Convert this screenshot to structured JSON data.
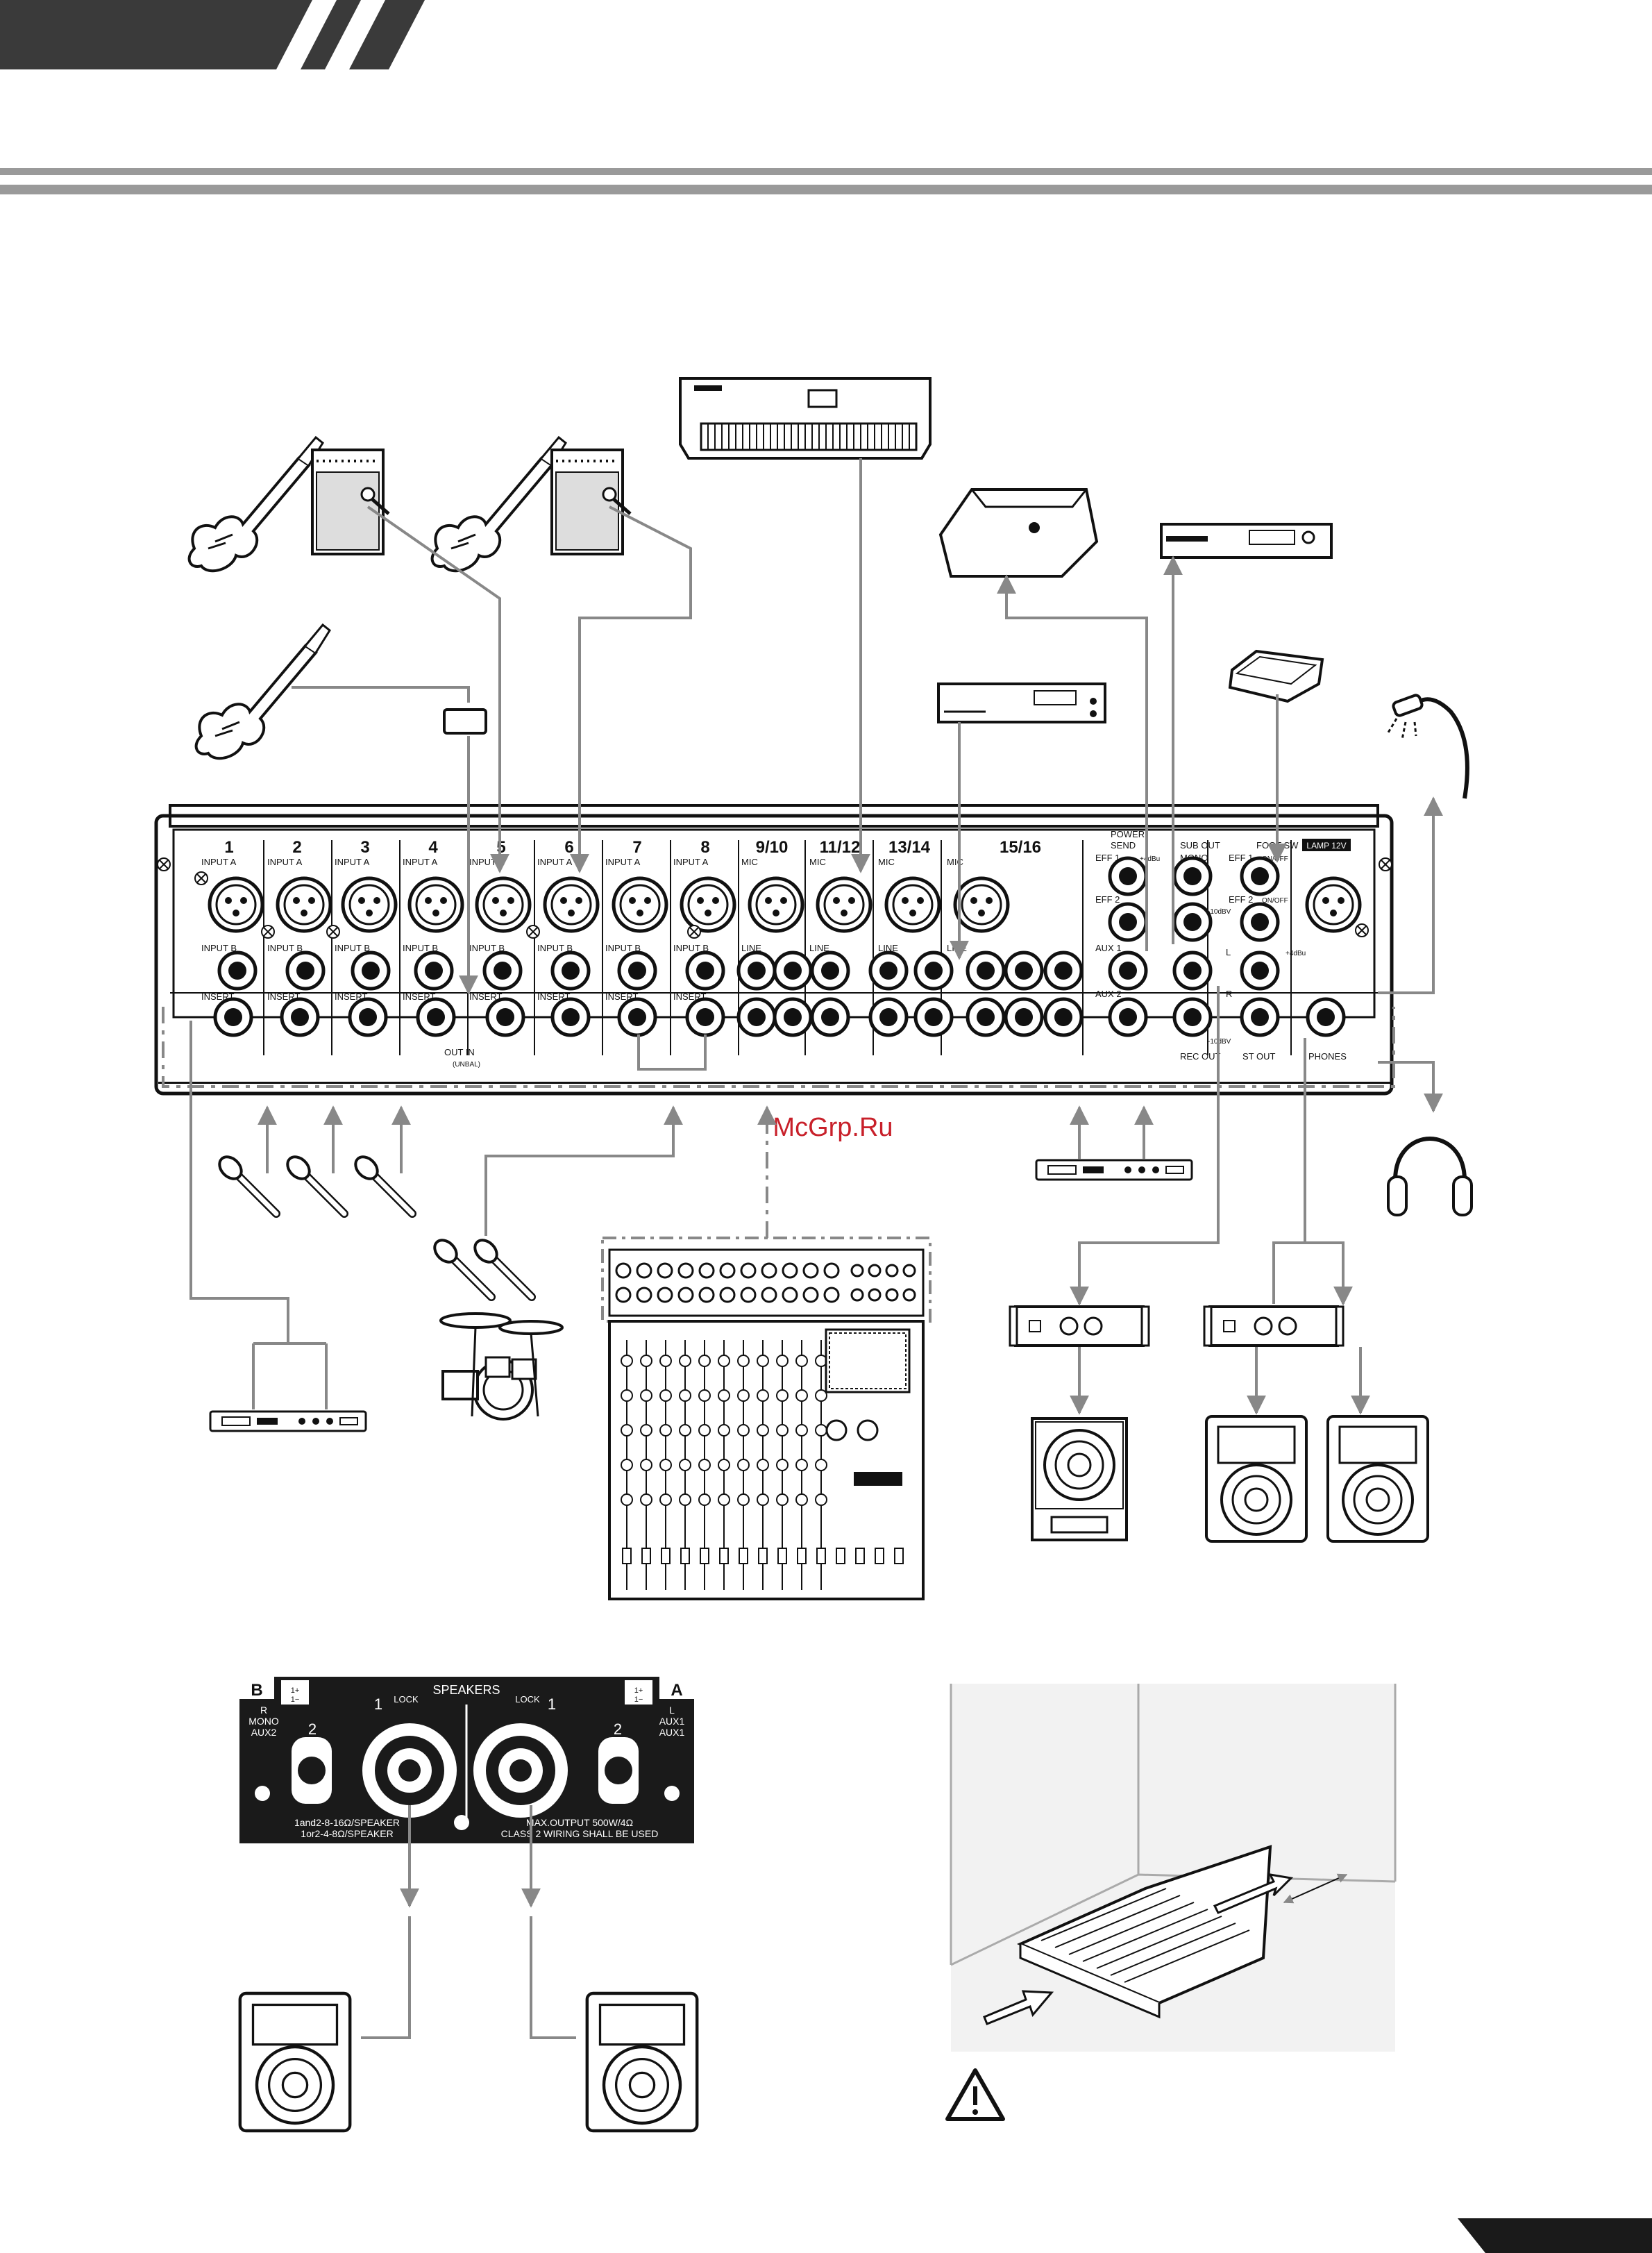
{
  "watermark": "McGrp.Ru",
  "rear_panel": {
    "channels": [
      "1",
      "2",
      "3",
      "4",
      "5",
      "6",
      "7",
      "8",
      "9/10",
      "11/12",
      "13/14",
      "15/16"
    ],
    "labels": {
      "input_a": "INPUT A",
      "input_b": "INPUT B",
      "insert": "INSERT",
      "mic": "MIC",
      "line": "LINE",
      "out_in": "OUT IN",
      "unbal": "(UNBAL)",
      "power": "POWER",
      "send": "SEND",
      "eff1": "EFF 1",
      "eff2": "EFF 2",
      "aux1": "AUX 1",
      "aux2": "AUX 2",
      "sub_out": "SUB OUT",
      "mono": "MONO",
      "foot_sw": "FOOT SW",
      "on_off": "ON/OFF",
      "lamp": "LAMP 12V",
      "rec_out": "REC OUT",
      "st_out": "ST OUT",
      "phones": "PHONES",
      "plus4": "+4dBu",
      "minus10": "-10dBV",
      "l": "L",
      "r": "R"
    }
  },
  "speaker_panel": {
    "title": "SPEAKERS",
    "lock": "LOCK",
    "b_letter": "B",
    "a_letter": "A",
    "b_side": [
      "R",
      "MONO",
      "AUX2"
    ],
    "a_side": [
      "L",
      "AUX1",
      "AUX1"
    ],
    "pin_plus": "1+",
    "pin_minus": "1−",
    "jack_1": "1",
    "jack_2": "2",
    "line_left_1": "1and2-8-16Ω/SPEAKER",
    "line_left_2": "1or2-4-8Ω/SPEAKER",
    "line_right_1": "MAX.OUTPUT 500W/4Ω",
    "line_right_2": "CLASS 2 WIRING SHALL BE USED"
  },
  "icons": [
    "electric-guitar-icon",
    "guitar-amp-icon",
    "microphone-icon",
    "keyboard-synth-icon",
    "stage-monitor-icon",
    "recorder-icon",
    "cd-player-icon",
    "foot-switch-icon",
    "gooseneck-lamp-icon",
    "headphones-icon",
    "effect-processor-icon",
    "drum-kit-icon",
    "mixer-icon",
    "power-amplifier-icon",
    "subwoofer-icon",
    "speaker-icon",
    "warning-icon"
  ],
  "colors": {
    "header_bar": "#3a3a3a",
    "rule": "#9a9a9a",
    "cable": "#888888",
    "ink": "#1a1a1a",
    "watermark": "#c8202a"
  }
}
